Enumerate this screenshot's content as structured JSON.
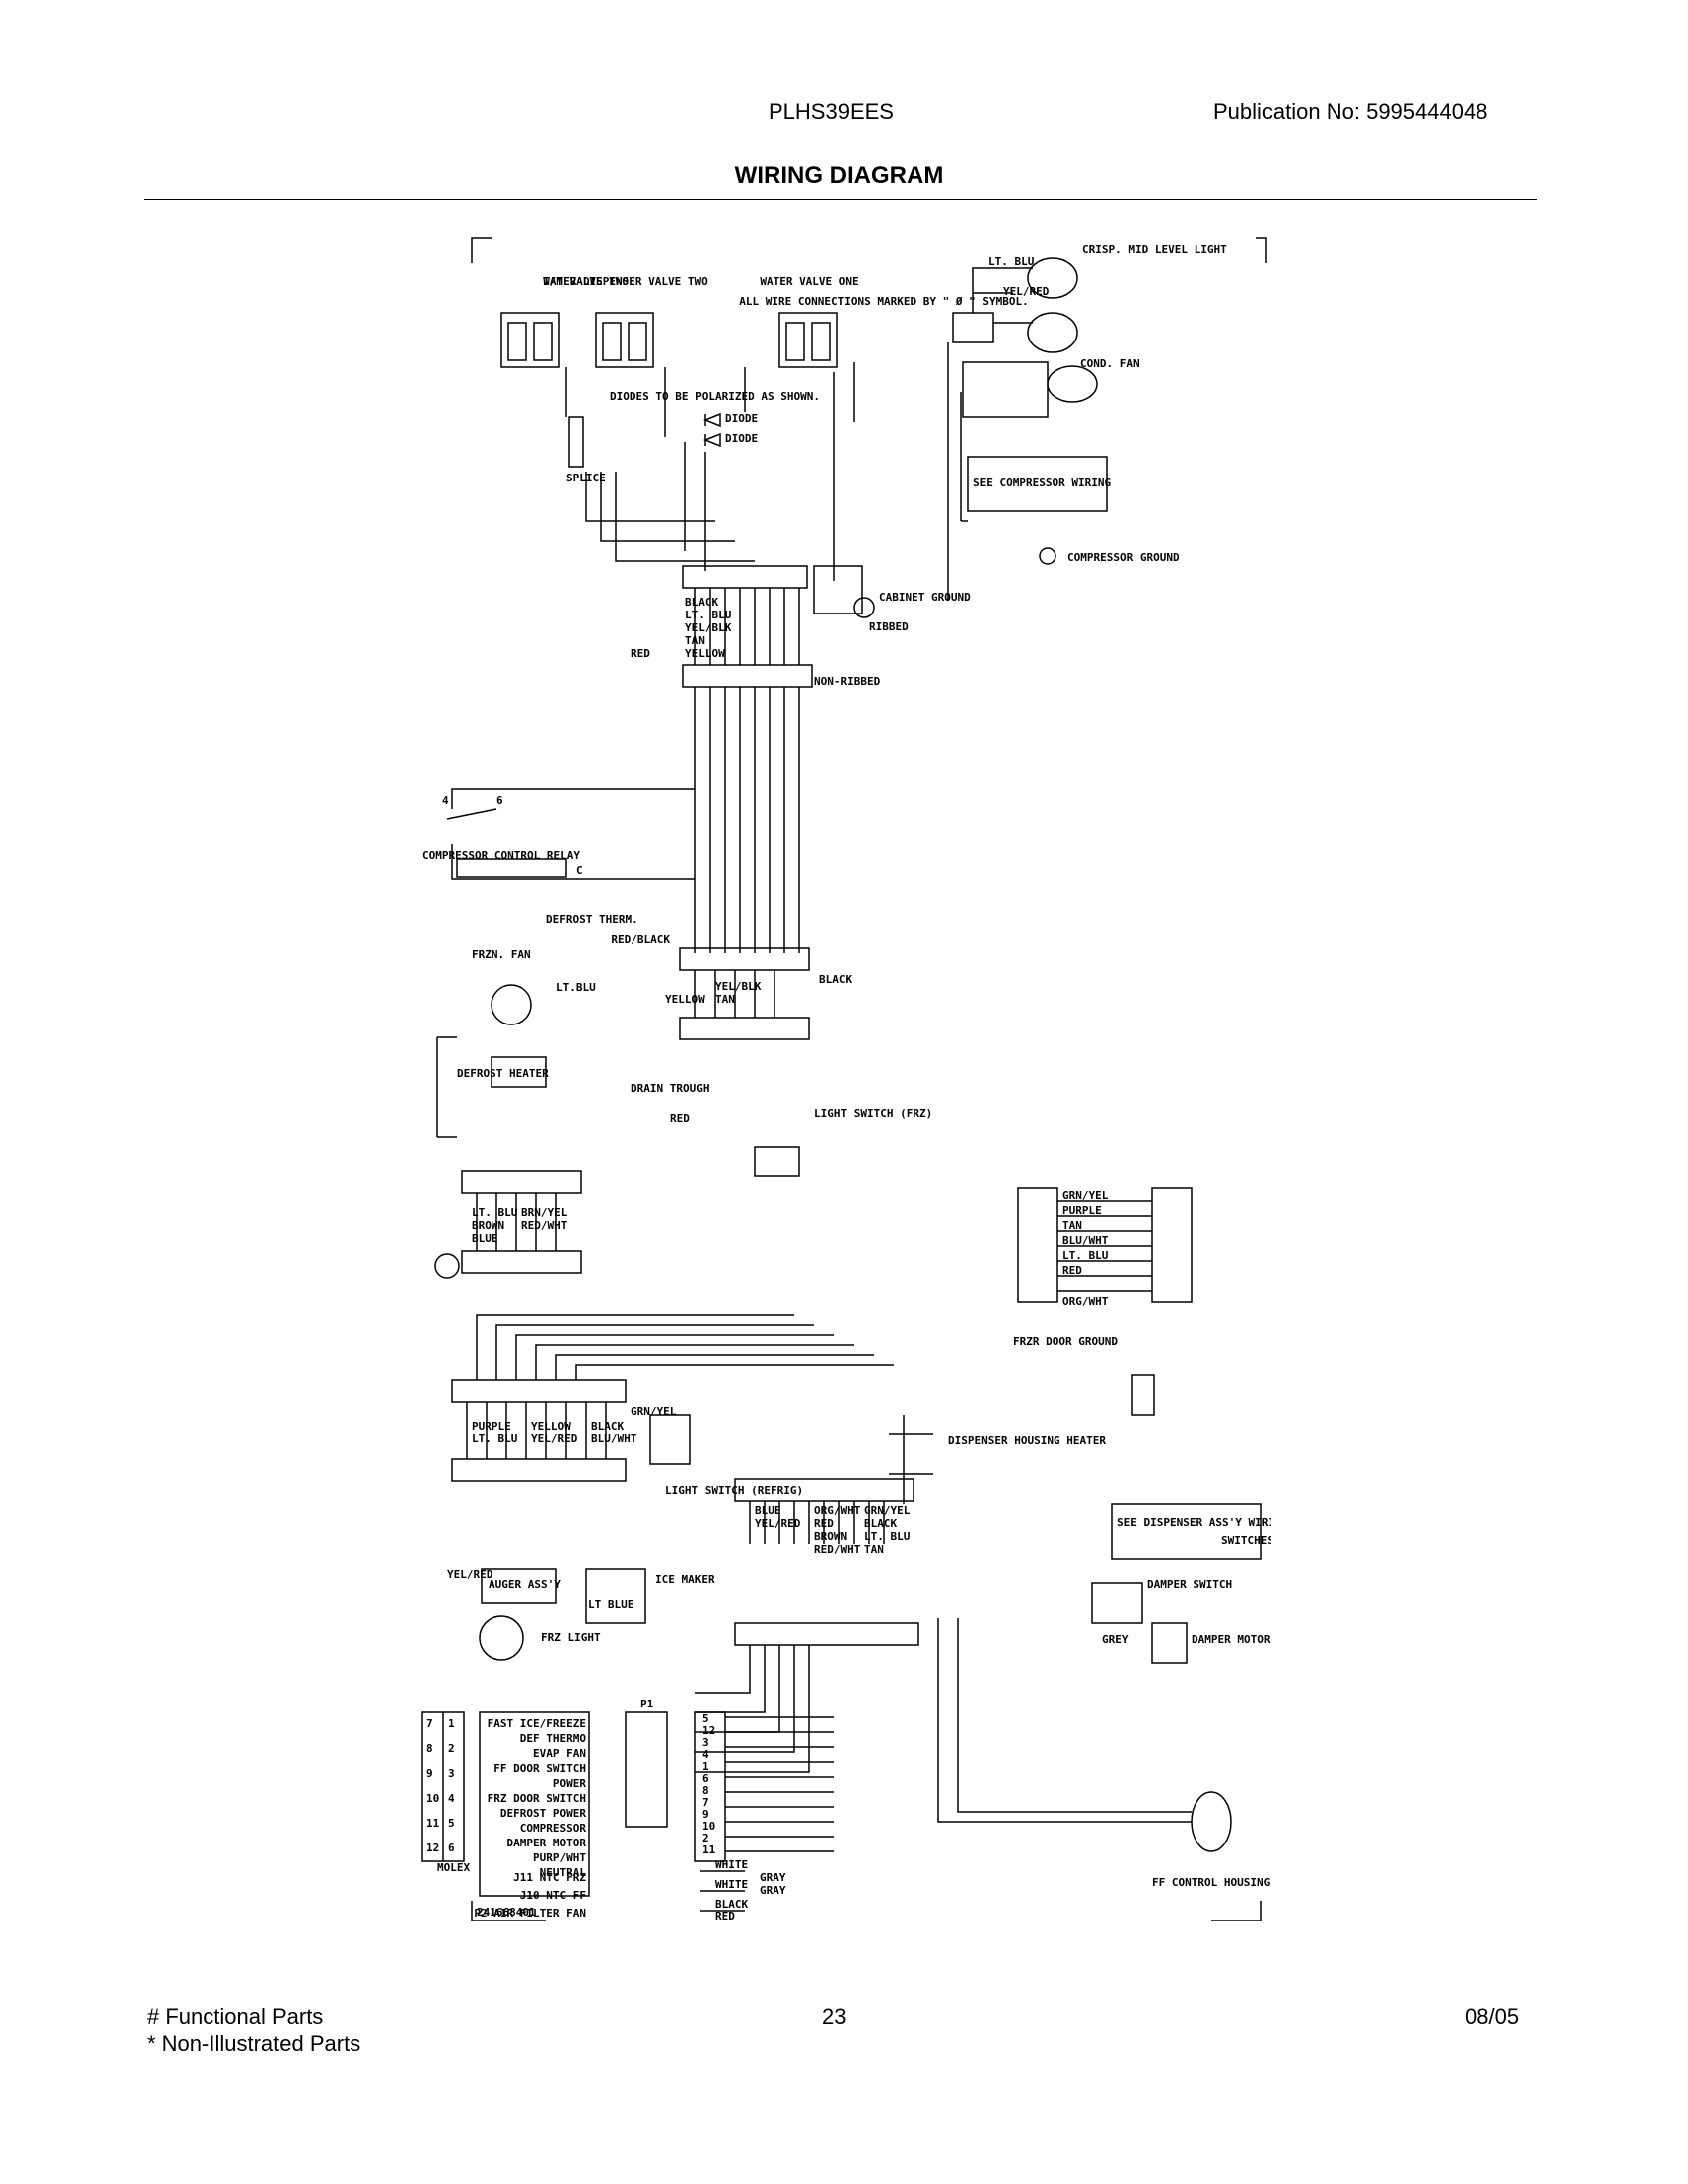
{
  "header": {
    "model": "PLHS39EES",
    "publication": "Publication No:  5995444048",
    "title": "WIRING DIAGRAM"
  },
  "footer": {
    "functional_parts": "# Functional Parts",
    "non_illustrated_parts": "* Non-Illustrated Parts",
    "page": "23",
    "date": "08/05"
  },
  "diagram": {
    "valves": [
      "I/M VALVE TWO",
      "WATER DISPENSER VALVE TWO",
      "WATER VALVE ONE"
    ],
    "notes": [
      "ALL WIRE CONNECTIONS MARKED BY \" Ø \" SYMBOL.",
      "DIODES TO BE POLARIZED AS SHOWN."
    ],
    "diodes": [
      "DIODE",
      "DIODE"
    ],
    "splice": "SPLICE",
    "lights": [
      "CRISP. MID LEVEL LIGHT"
    ],
    "wire_colors_top": [
      "LT. BLU",
      "YEL/RED"
    ],
    "cond_fan": "COND. FAN",
    "compressor_box": "SEE COMPRESSOR WIRING",
    "compressor_ground": "COMPRESSOR GROUND",
    "cabinet_ground": "CABINET GROUND",
    "harness_top": [
      "BLACK",
      "LT. BLU",
      "YEL/BLK",
      "TAN",
      "YELLOW",
      "RED"
    ],
    "ribbed": [
      "RIBBED",
      "NON-RIBBED"
    ],
    "compressor_relay": "COMPRESSOR CONTROL RELAY",
    "relay_pins": [
      "4",
      "6",
      "C"
    ],
    "harness_mid": [
      "RED/BLACK",
      "BLACK",
      "YEL/BLK",
      "TAN",
      "YELLOW"
    ],
    "frzn_fan": "FRZN. FAN",
    "defrost_therm": "DEFROST THERM.",
    "defrost_heater": "DEFROST HEATER",
    "drain_trough": "DRAIN TROUGH",
    "drain_red": "RED",
    "lt_blu_small": "LT.BLU",
    "light_switch_frz": "LIGHT SWITCH (FRZ)",
    "harness_left": [
      "LT. BLU",
      "BROWN",
      "BLUE",
      "BRN/YEL",
      "RED/WHT"
    ],
    "harness_right": [
      "GRN/YEL",
      "PURPLE",
      "TAN",
      "BLU/WHT",
      "LT. BLU",
      "RED",
      "ORG/WHT"
    ],
    "frzr_door_ground": "FRZR DOOR GROUND",
    "dispenser_heater": "DISPENSER HOUSING HEATER",
    "dispenser_box": "SEE DISPENSER ASS'Y WIRING",
    "harness_lower": [
      "GRN/YEL",
      "BLACK",
      "BLU/WHT",
      "YELLOW",
      "YEL/RED",
      "PURPLE",
      "LT. BLU"
    ],
    "light_switch_ref": "LIGHT SWITCH (REFRIG)",
    "harness_bottom": [
      "GRN/YEL",
      "BLACK",
      "LT. BLU",
      "TAN",
      "ORG/WHT",
      "RED",
      "BROWN",
      "RED/WHT",
      "BLUE",
      "YEL/RED"
    ],
    "auger": "AUGER ASS'Y",
    "ice_maker": "ICE MAKER",
    "frz_light": "FRZ LIGHT",
    "yel_red": "YEL/RED",
    "lt_blue": "LT BLUE",
    "damper_switches": "SWITCHES SHOWN IN THE DAMPER OPEN POSITION",
    "damper_switch": "DAMPER SWITCH",
    "damper_motor": "DAMPER MOTOR",
    "grey": "GREY",
    "ff_light": "FF CONTROL HOUSING LIGHT",
    "molex": "MOLEX",
    "p1": "P1",
    "molex_grid": [
      [
        "7",
        "8",
        "9",
        "10",
        "11",
        "12"
      ],
      [
        "1",
        "2",
        "3",
        "4",
        "5",
        "6"
      ]
    ],
    "functions": [
      "FAST ICE/FREEZE",
      "DEF THERMO",
      "EVAP FAN",
      "FF DOOR SWITCH",
      "POWER",
      "FRZ DOOR SWITCH",
      "DEFROST POWER",
      "COMPRESSOR",
      "DAMPER MOTOR",
      "PURP/WHT",
      "NEUTRAL"
    ],
    "connector_pins": [
      "5",
      "12",
      "3",
      "4",
      "1",
      "6",
      "8",
      "7",
      "9",
      "10",
      "2",
      "11"
    ],
    "thermistors": [
      "J11 NTC FRZ",
      "J10 NTC FF",
      "P2 AIR FILTER FAN"
    ],
    "thermistor_wires": [
      "WHITE",
      "WHITE",
      "GRAY",
      "GRAY",
      "BLACK",
      "RED"
    ],
    "part_number": "241668401"
  }
}
